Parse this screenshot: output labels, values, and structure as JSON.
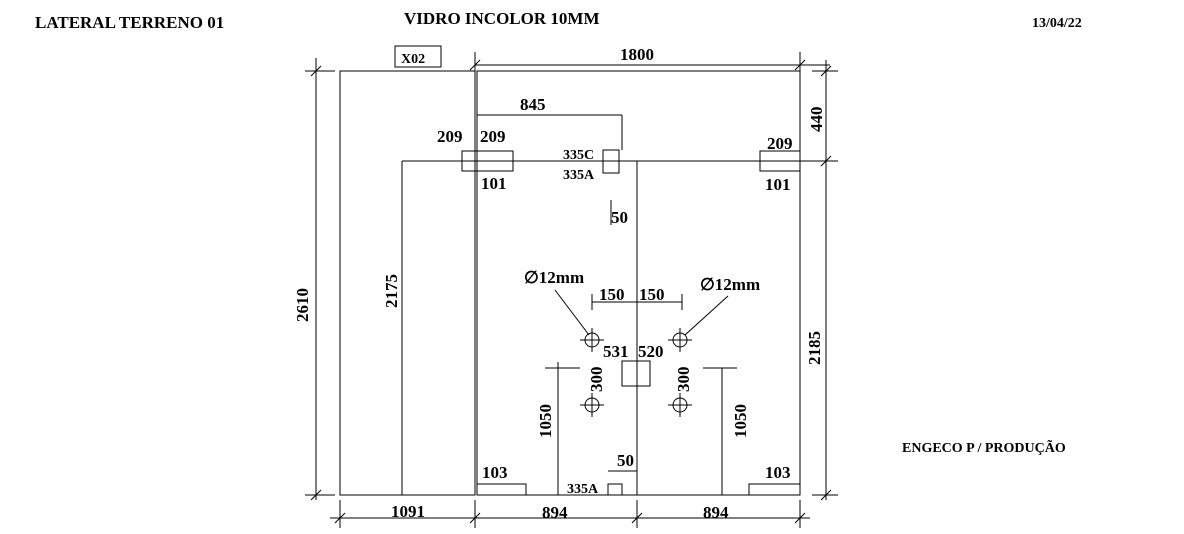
{
  "header": {
    "title": "LATERAL TERRENO  01",
    "material": "VIDRO INCOLOR 10MM",
    "date": "13/04/22"
  },
  "footer_note": "ENGECO P / PRODUÇÃO",
  "panel_tag": "X02",
  "dimensions": {
    "total_width": "1800",
    "total_height": "2610",
    "left_height": "2175",
    "right_height": "2185",
    "top_gap": "440",
    "hinge_offset": "845",
    "left_panel_width": "1091",
    "bottom_left": "894",
    "bottom_right": "894",
    "offset_top_50": "50",
    "offset_bottom_50": "50",
    "hole_spacing_left": "150",
    "hole_spacing_right": "150",
    "hole_vertical_left": "300",
    "hole_vertical_right": "300",
    "hole_height_left": "1050",
    "hole_height_right": "1050"
  },
  "hardware": {
    "fitting_209_a": "209",
    "fitting_209_b": "209",
    "fitting_209_c": "209",
    "fitting_101_left": "101",
    "fitting_101_right": "101",
    "fitting_335c": "335C",
    "fitting_335a_top": "335A",
    "fitting_335a_bottom": "335A",
    "fitting_103_left": "103",
    "fitting_103_right": "103",
    "lock_531": "531",
    "lock_520": "520"
  },
  "holes": {
    "diameter_left": "∅12mm",
    "diameter_right": "∅12mm"
  }
}
